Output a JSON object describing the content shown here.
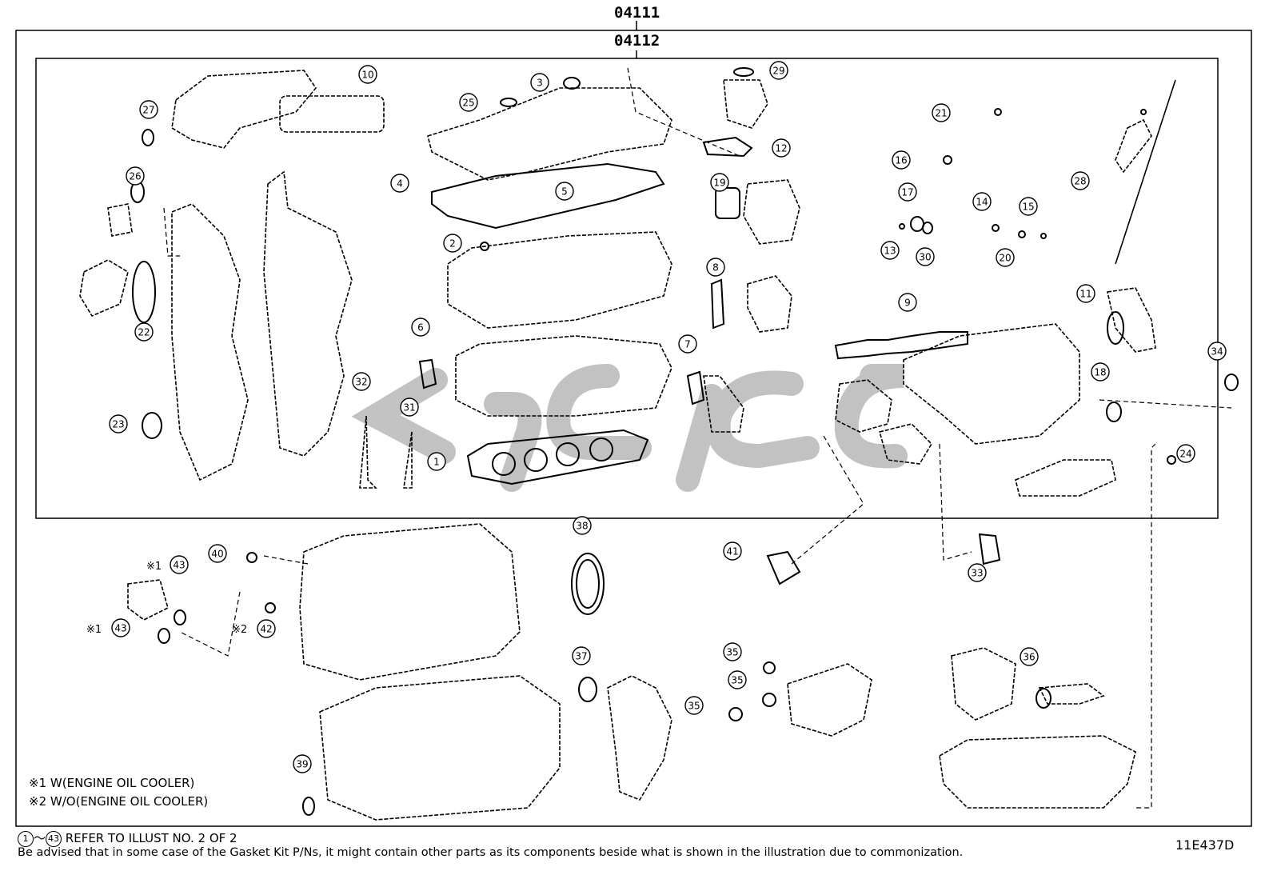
{
  "part_numbers": {
    "outer": "04111",
    "inner": "04112"
  },
  "callouts": [
    "1",
    "2",
    "3",
    "4",
    "5",
    "6",
    "7",
    "8",
    "9",
    "10",
    "11",
    "12",
    "13",
    "14",
    "15",
    "16",
    "17",
    "18",
    "19",
    "20",
    "21",
    "22",
    "23",
    "24",
    "25",
    "26",
    "27",
    "28",
    "29",
    "30",
    "31",
    "32",
    "33",
    "34",
    "35",
    "36",
    "37",
    "38",
    "39",
    "40",
    "41",
    "42",
    "43"
  ],
  "notes": {
    "note1_mark": "※1",
    "note1_text": "W(ENGINE OIL COOLER)",
    "note2_mark": "※2",
    "note2_text": "W/O(ENGINE OIL COOLER)"
  },
  "footer": {
    "range_start": "1",
    "range_sep": "～",
    "range_end": "43",
    "refer_text": "REFER TO ILLUST NO. 2 OF 2",
    "disclaimer": "Be advised that in some case of the Gasket Kit P/Ns,  it might contain other parts as its components beside what is shown in the illustration due to commonization."
  },
  "illustration_id": "11E437D",
  "watermark_text": "cnpc"
}
